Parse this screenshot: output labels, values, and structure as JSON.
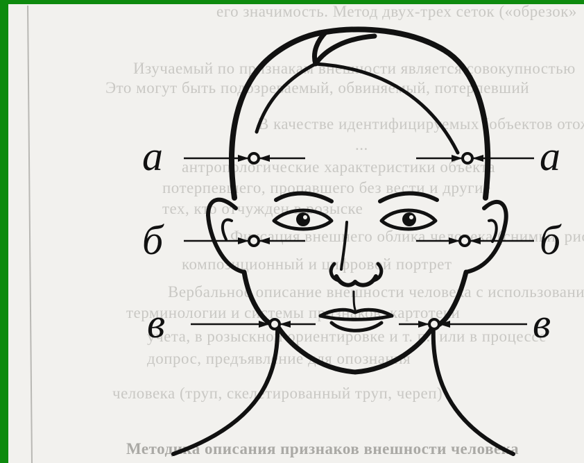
{
  "labels": {
    "a_left": "а",
    "a_right": "а",
    "b_left": "б",
    "b_right": "б",
    "v_left": "в",
    "v_right": "в"
  },
  "background_text": [
    "его значимость. Метод двух-трех сеток («обрезок»",
    "Изучаемый по признакам внешности является совокупностью",
    "Это могут быть подозреваемый, обвиняемый, потерпевший",
    "В качестве идентифицируемых (объектов отождествления)",
    "...",
    "антропологические характеристики объекта",
    "потерпевшего, пропавшего без вести и другие",
    "тех, кто отчужден в розыске",
    "Фиксация внешнего облика человека (снимки, рисунки)",
    "композиционный и цифровой портрет",
    "Вербальное описание внешности человека с использованием",
    "терминологии и системы признаков, картотеки",
    "учета, в розыскной ориентировке и т. п., или в процессе",
    "допрос, предъявление для опознания",
    "человека (труп, скелетированный труп, череп)",
    "",
    "Методика описания признаков внешности человека"
  ]
}
